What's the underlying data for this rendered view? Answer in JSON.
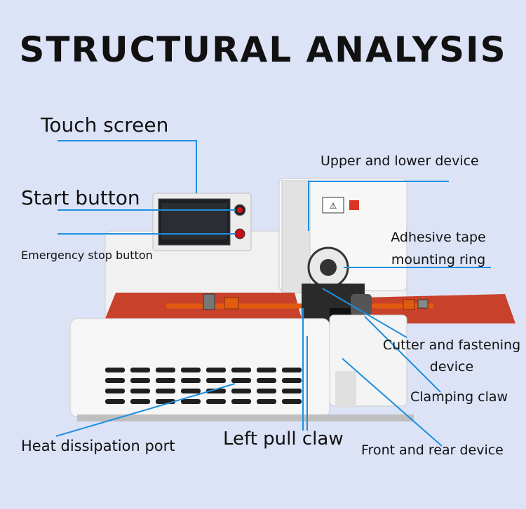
{
  "title": "STRUCTURAL ANALYSIS",
  "labels": {
    "touch_screen": "Touch screen",
    "start_button": "Start button",
    "emergency_stop": "Emergency stop button",
    "upper_lower": "Upper and lower device",
    "adhesive_line1": "Adhesive tape",
    "adhesive_line2": "mounting ring",
    "cutter_line1": "Cutter and fastening",
    "cutter_line2": "device",
    "clamping_claw": "Clamping claw",
    "heat_port": "Heat dissipation port",
    "left_pull": "Left pull claw",
    "front_rear": "Front and rear device"
  },
  "colors": {
    "background": "#dde3f7",
    "leader_line": "#1e8fe0",
    "machine_body": "#f2f2f2",
    "tray": "#c8412a",
    "cable": "#e05a12"
  }
}
